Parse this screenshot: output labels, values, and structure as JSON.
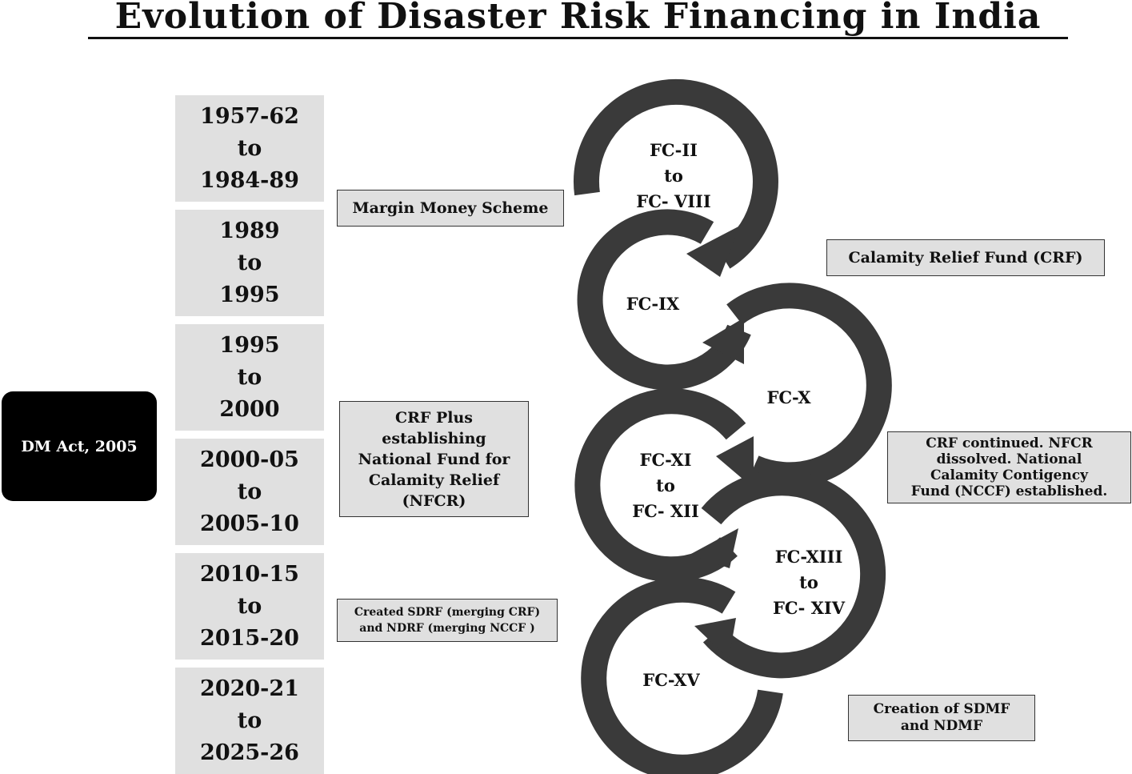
{
  "title": "Evolution of Disaster Risk Financing in India",
  "dm_act": "DM Act, 2005",
  "periods": [
    {
      "start": "1957-62",
      "connector": "to",
      "end": "1984-89"
    },
    {
      "start": "1989",
      "connector": "to",
      "end": "1995"
    },
    {
      "start": "1995",
      "connector": "to",
      "end": "2000"
    },
    {
      "start": "2000-05",
      "connector": "to",
      "end": "2005-10"
    },
    {
      "start": "2010-15",
      "connector": "to",
      "end": "2015-20"
    },
    {
      "start": "2020-21",
      "connector": "to",
      "end": "2025-26"
    }
  ],
  "finance_commissions": [
    "FC-II\nto\nFC- VIII",
    "FC-IX",
    "FC-X",
    "FC-XI\nto\nFC- XII",
    "FC-XIII\nto\nFC- XIV",
    "FC-XV"
  ],
  "notes": {
    "margin_money": "Margin Money Scheme",
    "crf": "Calamity Relief Fund (CRF)",
    "crf_plus": "CRF Plus\nestablishing\nNational Fund for\nCalamity Relief\n(NFCR)",
    "crf_continued": "CRF continued. NFCR\ndissolved. National\nCalamity  Contigency\nFund (NCCF) established.",
    "sdrf": "Created SDRF (merging CRF)\nand NDRF (merging NCCF )",
    "sdmf": "Creation of SDMF\nand NDMF"
  },
  "colors": {
    "arrow": "#3a3a3a",
    "box": "#e0e0e0",
    "dm_box": "#000000"
  }
}
